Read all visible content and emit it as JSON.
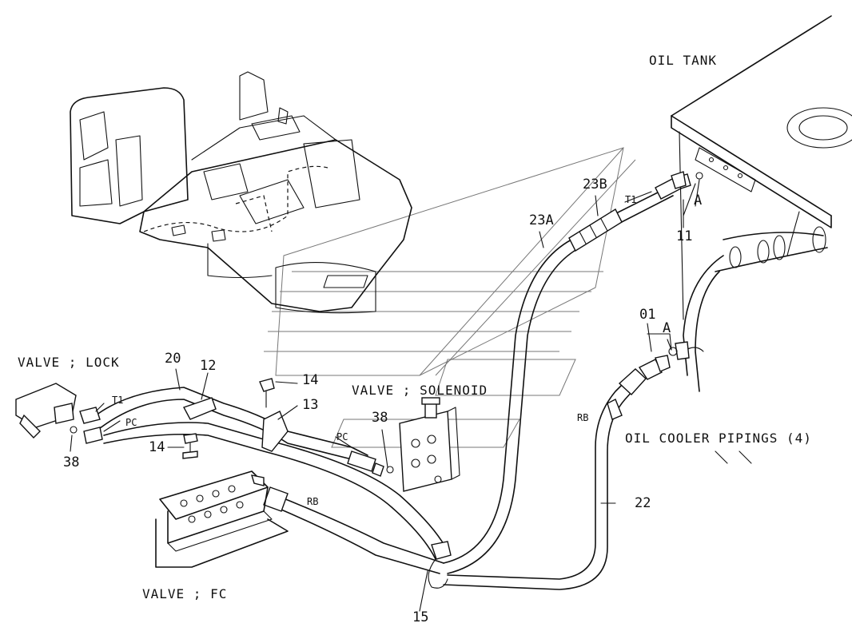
{
  "labels": {
    "oil_tank": "OIL TANK",
    "valve_lock": "VALVE ; LOCK",
    "valve_solenoid": "VALVE ; SOLENOID",
    "oil_cooler": "OIL COOLER PIPINGS (4)",
    "valve_fc": "VALVE ; FC"
  },
  "part_numbers": {
    "p20": "20",
    "p12": "12",
    "p14a": "14",
    "p14b": "14",
    "p13": "13",
    "p38a": "38",
    "p38b": "38",
    "p23a": "23A",
    "p23b": "23B",
    "p11": "11",
    "p01": "01",
    "p22": "22",
    "p15": "15"
  },
  "port_labels": {
    "t1_left": "T1",
    "pc_left": "PC",
    "pc_mid": "PC",
    "t1_top": "T1",
    "rb_mid": "RB",
    "rb_right": "RB",
    "a_top": "A",
    "a_mid": "A"
  }
}
